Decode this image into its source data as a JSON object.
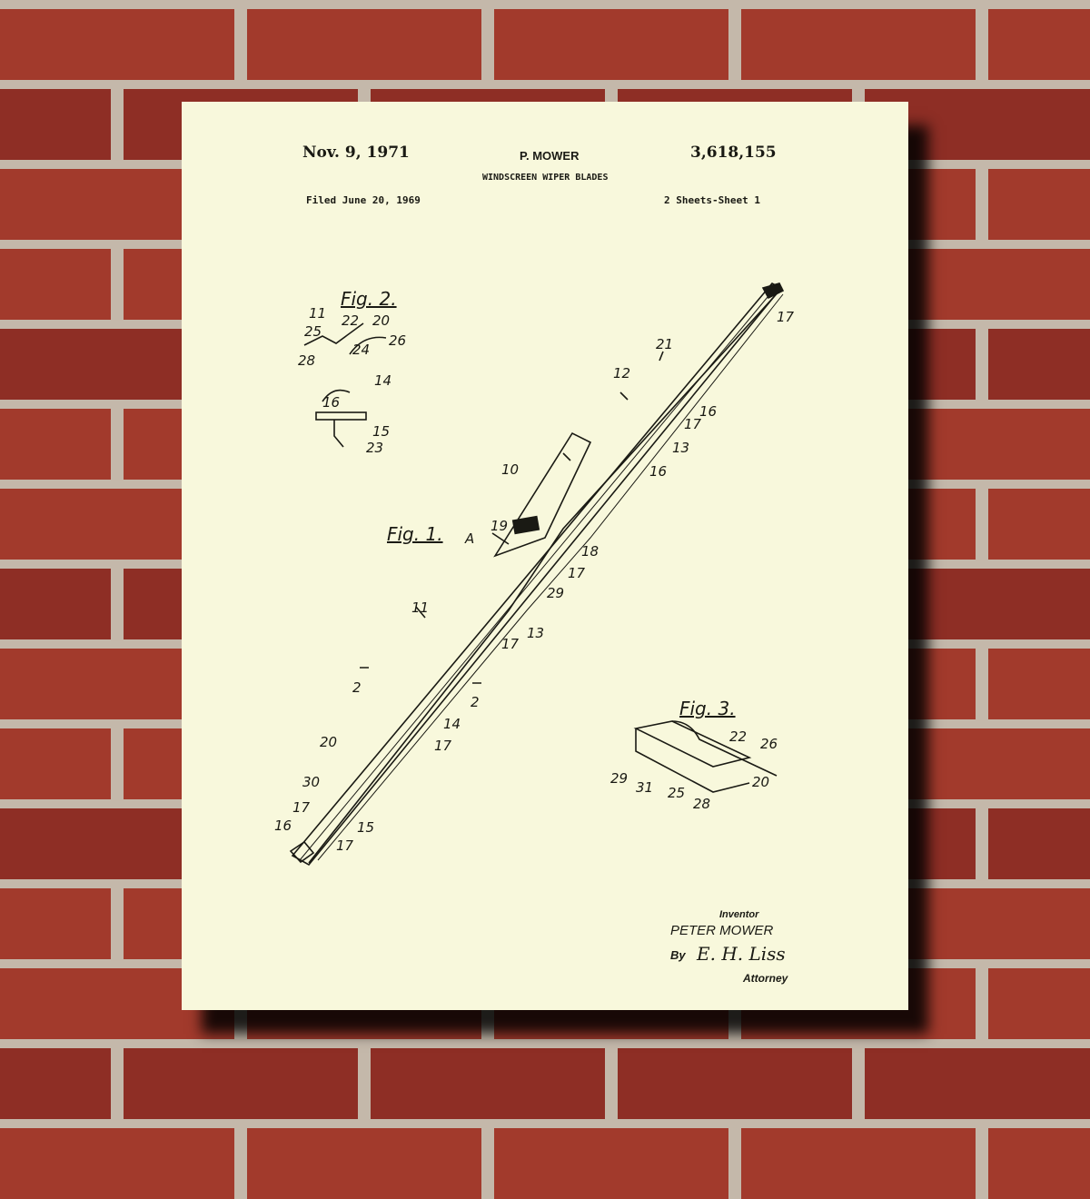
{
  "header": {
    "date": "Nov. 9, 1971",
    "inventor_short": "P. MOWER",
    "patent_number": "3,618,155",
    "title": "WINDSCREEN WIPER BLADES",
    "filed": "Filed June 20, 1969",
    "sheets": "2 Sheets-Sheet 1"
  },
  "figures": {
    "fig1": "Fig. 1.",
    "fig2": "Fig. 2.",
    "fig3": "Fig. 3."
  },
  "numerals": [
    "11",
    "25",
    "22",
    "20",
    "24",
    "26",
    "28",
    "14",
    "16",
    "15",
    "23",
    "12",
    "21",
    "17",
    "16",
    "17",
    "13",
    "16",
    "10",
    "19",
    "18",
    "A",
    "17",
    "29",
    "11",
    "13",
    "17",
    "2",
    "2",
    "14",
    "17",
    "20",
    "30",
    "17",
    "16",
    "17",
    "15",
    "22",
    "26",
    "29",
    "31",
    "25",
    "28",
    "20"
  ],
  "signature": {
    "inventor_label": "Inventor",
    "inventor_name": "PETER MOWER",
    "by": "By",
    "signature": "E. H. Liss",
    "attorney_label": "Attorney"
  },
  "colors": {
    "paper": "#f8f8dc",
    "ink": "#1a1a14",
    "brick": "#a23a2c",
    "mortar": "#c4b8aa"
  }
}
